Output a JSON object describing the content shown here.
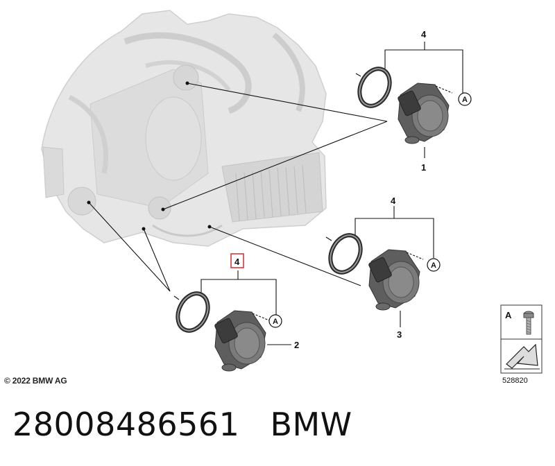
{
  "copyright": "© 2022 BMW AG",
  "part_number": "28008486561",
  "brand": "BMW",
  "reference_number": "528820",
  "callouts": {
    "item_1": "1",
    "item_2": "2",
    "item_3": "3",
    "item_4_top": "4",
    "item_4_mid": "4",
    "item_4_highlighted": "4",
    "marker_a_1": "A",
    "marker_a_2": "A",
    "marker_a_3": "A",
    "legend_a": "A"
  },
  "colors": {
    "highlight_box": "#d9363e",
    "line": "#111111",
    "transmission_fill": "#e3e3e3",
    "sensor_body": "#5a5a5a"
  }
}
